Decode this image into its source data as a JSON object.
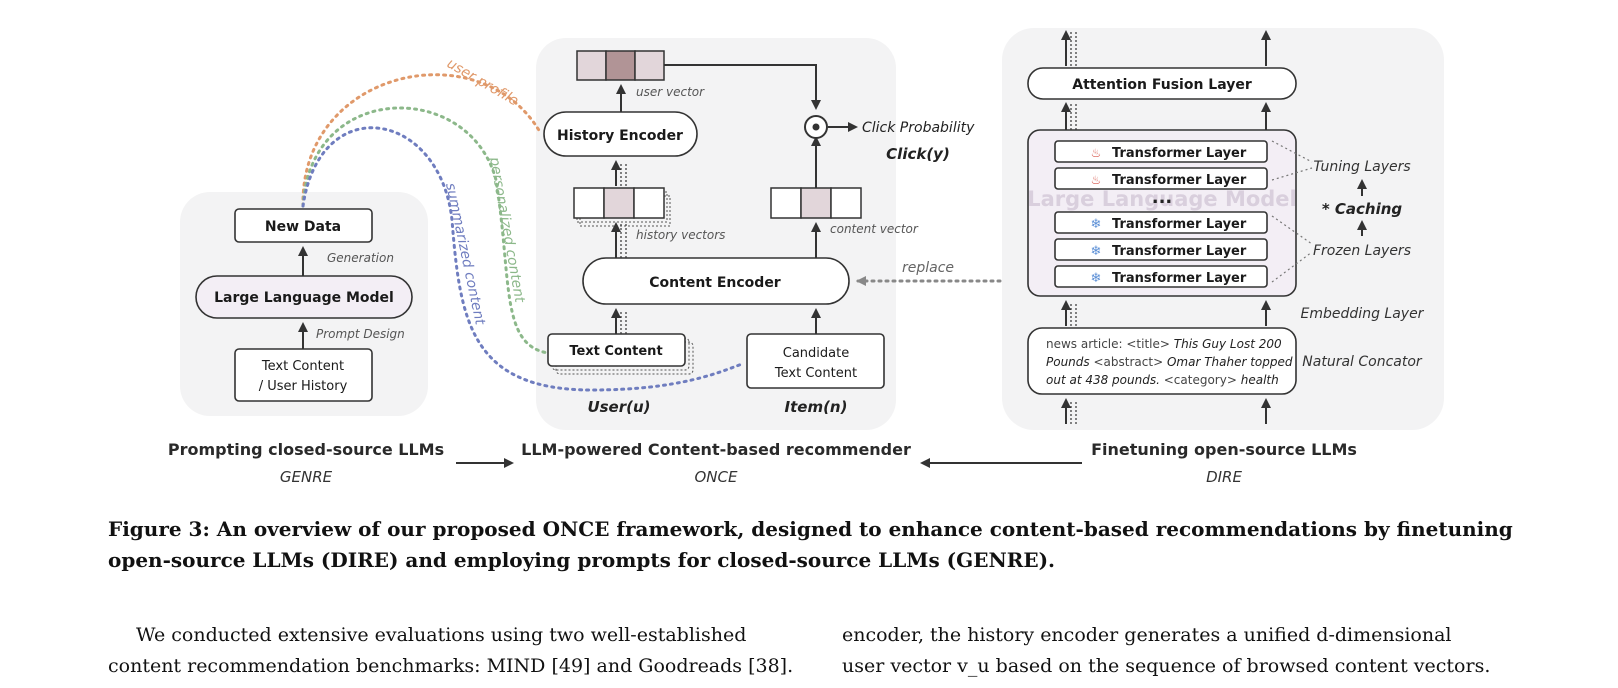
{
  "figure": {
    "genre": {
      "new_data": "New Data",
      "generation": "Generation",
      "llm": "Large Language Model",
      "prompt_design": "Prompt Design",
      "input_line1": "Text Content",
      "input_line2": "/ User History",
      "title": "Prompting closed-source LLMs",
      "subtitle": "GENRE"
    },
    "once": {
      "user_vector": "user vector",
      "history_encoder": "History Encoder",
      "history_vectors": "history vectors",
      "content_encoder": "Content Encoder",
      "text_content": "Text Content",
      "user_label": "User(u)",
      "candidate_line1": "Candidate",
      "candidate_line2": "Text Content",
      "item_label": "Item(n)",
      "content_vector": "content vector",
      "click_probability": "Click Probability",
      "click_formula": "Click(y)",
      "title": "LLM-powered Content-based recommender",
      "subtitle": "ONCE"
    },
    "dire": {
      "attention_fusion": "Attention Fusion Layer",
      "transformer_layer": "Transformer Layer",
      "llm_watermark": "Large Language Model",
      "dots": "...",
      "tuning_layers": "Tuning Layers",
      "caching": "* Caching",
      "frozen_layers": "Frozen Layers",
      "embedding_layer": "Embedding Layer",
      "natural_concator": "Natural Concator",
      "news_line1_prefix": "news article: <title>",
      "news_line1_italic": "This Guy Lost 200",
      "news_line2_italic1": "Pounds",
      "news_line2_mid": "<abstract>",
      "news_line2_italic2": "Omar Thaher topped",
      "news_line3_italic": "out at 438 pounds.",
      "news_line3_mid": "<category>",
      "news_line3_end": "health",
      "title": "Finetuning open-source LLMs",
      "subtitle": "DIRE"
    },
    "connectors": {
      "user_profile": "user profile",
      "personalized_content": "personalized content",
      "summarized_content": "summarized content",
      "replace": "replace"
    },
    "colors": {
      "panel": "#f3f3f4",
      "llm_fill": "#f3eef5",
      "vector_light": "#e2d6da",
      "vector_dark": "#b19496",
      "orange": "#e0996a",
      "green": "#8cb88a",
      "blue": "#6f7dbf",
      "gray": "#888888"
    }
  },
  "caption": "Figure 3:  An overview of our proposed ONCE framework, designed to enhance content-based recommendations by finetuning open-source LLMs (DIRE) and employing prompts for closed-source LLMs (GENRE).",
  "body": {
    "left_line1": "We conducted extensive evaluations using two well-established",
    "left_line2": "content recommendation benchmarks: MIND [49] and Goodreads [38].",
    "right_line1": "encoder, the history encoder generates a unified d-dimensional",
    "right_line2": "user vector v_u based on the sequence of browsed content vectors."
  }
}
